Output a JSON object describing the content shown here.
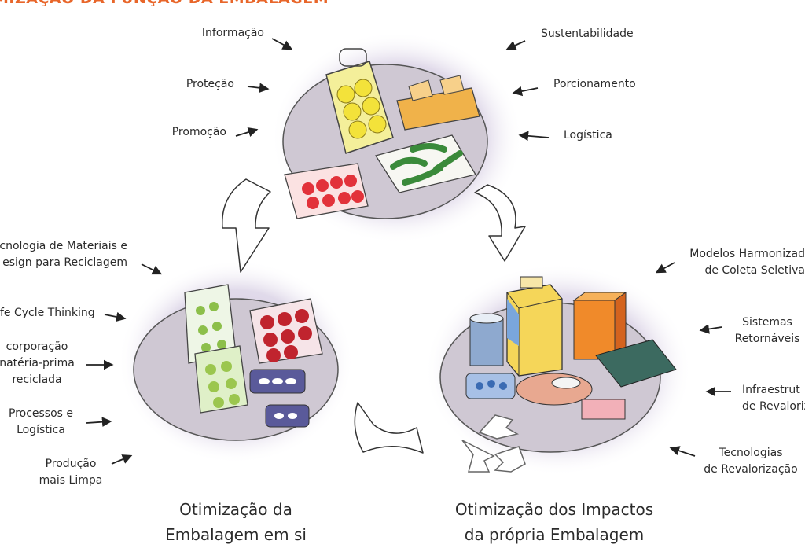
{
  "header": {
    "title": "MIZAÇÃO DA FUNÇÃO DA EMBALAGEM"
  },
  "colors": {
    "accent": "#e8662a",
    "text": "#2b2b2b",
    "tray": "#c9c2cf",
    "wash": "#b9a9cf"
  },
  "top_cluster": {
    "left_labels": [
      "Informação",
      "Proteção",
      "Promoção"
    ],
    "right_labels": [
      "Sustentabilidade",
      "Porcionamento",
      "Logística"
    ]
  },
  "left_cluster": {
    "labels": [
      "cnologia de Materiais e\nesign para Reciclagem",
      "fe Cycle Thinking",
      "corporação\nnatéria-prima\nreciclada",
      "Processos e\nLogística",
      "Produção\nmais Limpa"
    ],
    "caption": "Otimização da\nEmbalagem em si"
  },
  "right_cluster": {
    "labels": [
      "Modelos Harmonizad\nde Coleta Seletiva",
      "Sistemas\nRetornáveis",
      "Infraestrut\nde Revaloriz",
      "Tecnologias\nde Revalorização"
    ],
    "caption": "Otimização dos Impactos\nda própria Embalagem"
  },
  "icons": [
    "arrow-icon",
    "cycle-arrow-icon",
    "recycle-icon"
  ]
}
